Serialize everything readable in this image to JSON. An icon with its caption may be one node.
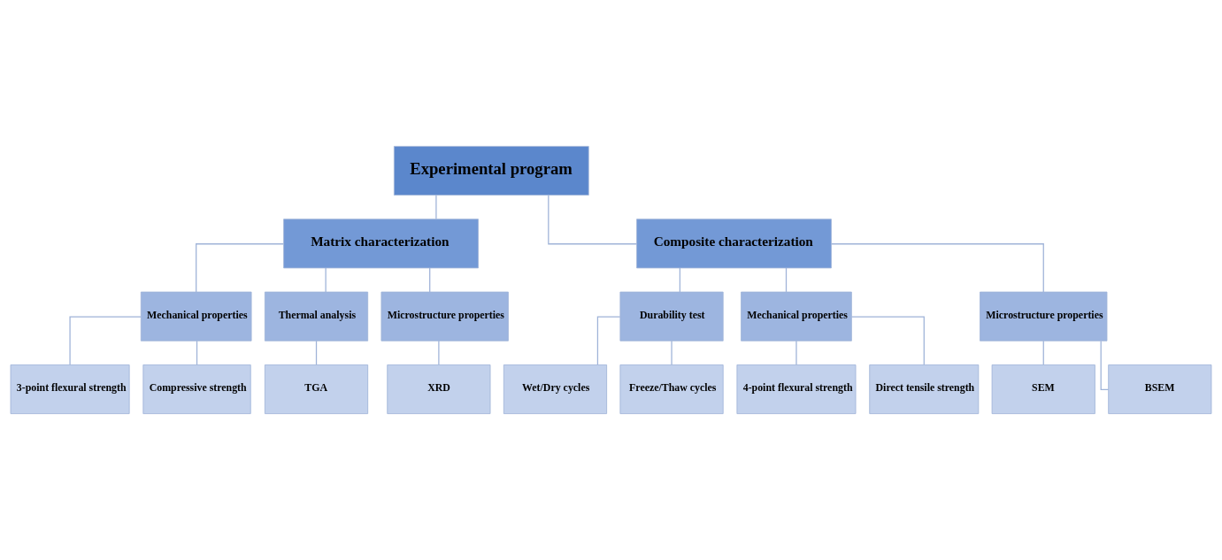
{
  "diagram": {
    "nodes": [
      {
        "text": [
          "Experimental program"
        ]
      },
      {
        "text": [
          "Matrix characterization"
        ]
      },
      {
        "text": [
          "Composite characterization"
        ]
      },
      {
        "text": [
          "Mechanical properties"
        ]
      },
      {
        "text": [
          "Thermal analysis"
        ]
      },
      {
        "text": [
          "Microstructure properties"
        ]
      },
      {
        "text": [
          "Durability test"
        ]
      },
      {
        "text": [
          "Mechanical properties"
        ]
      },
      {
        "text": [
          "Microstructure properties"
        ]
      },
      {
        "text": [
          "3-point flexural strength"
        ]
      },
      {
        "text": [
          "Compressive strength"
        ]
      },
      {
        "text": [
          "TGA"
        ]
      },
      {
        "text": [
          "XRD"
        ]
      },
      {
        "text": [
          "Wet/Dry cycles"
        ]
      },
      {
        "text": [
          "Freeze/Thaw cycles"
        ]
      },
      {
        "text": [
          "4-point flexural strength"
        ]
      },
      {
        "text": [
          "Direct tensile strength"
        ]
      },
      {
        "text": [
          "SEM"
        ]
      },
      {
        "text": [
          "BSEM"
        ]
      }
    ],
    "edges": [
      {
        "from": 0,
        "to": 1,
        "arrow": "none"
      },
      {
        "from": 0,
        "to": 2,
        "arrow": "none"
      },
      {
        "from": 1,
        "to": 3,
        "arrow": "none"
      },
      {
        "from": 1,
        "to": 4,
        "arrow": "none"
      },
      {
        "from": 1,
        "to": 5,
        "arrow": "none"
      },
      {
        "from": 2,
        "to": 6,
        "arrow": "none"
      },
      {
        "from": 2,
        "to": 7,
        "arrow": "none"
      },
      {
        "from": 2,
        "to": 8,
        "arrow": "none"
      },
      {
        "from": 3,
        "to": 9,
        "arrow": "none"
      },
      {
        "from": 3,
        "to": 10,
        "arrow": "none"
      },
      {
        "from": 4,
        "to": 11,
        "arrow": "none"
      },
      {
        "from": 5,
        "to": 12,
        "arrow": "none"
      },
      {
        "from": 6,
        "to": 13,
        "arrow": "none"
      },
      {
        "from": 6,
        "to": 14,
        "arrow": "none"
      },
      {
        "from": 7,
        "to": 15,
        "arrow": "none"
      },
      {
        "from": 7,
        "to": 16,
        "arrow": "none"
      },
      {
        "from": 8,
        "to": 17,
        "arrow": "none"
      },
      {
        "from": 8,
        "to": 18,
        "arrow": "none"
      }
    ]
  }
}
